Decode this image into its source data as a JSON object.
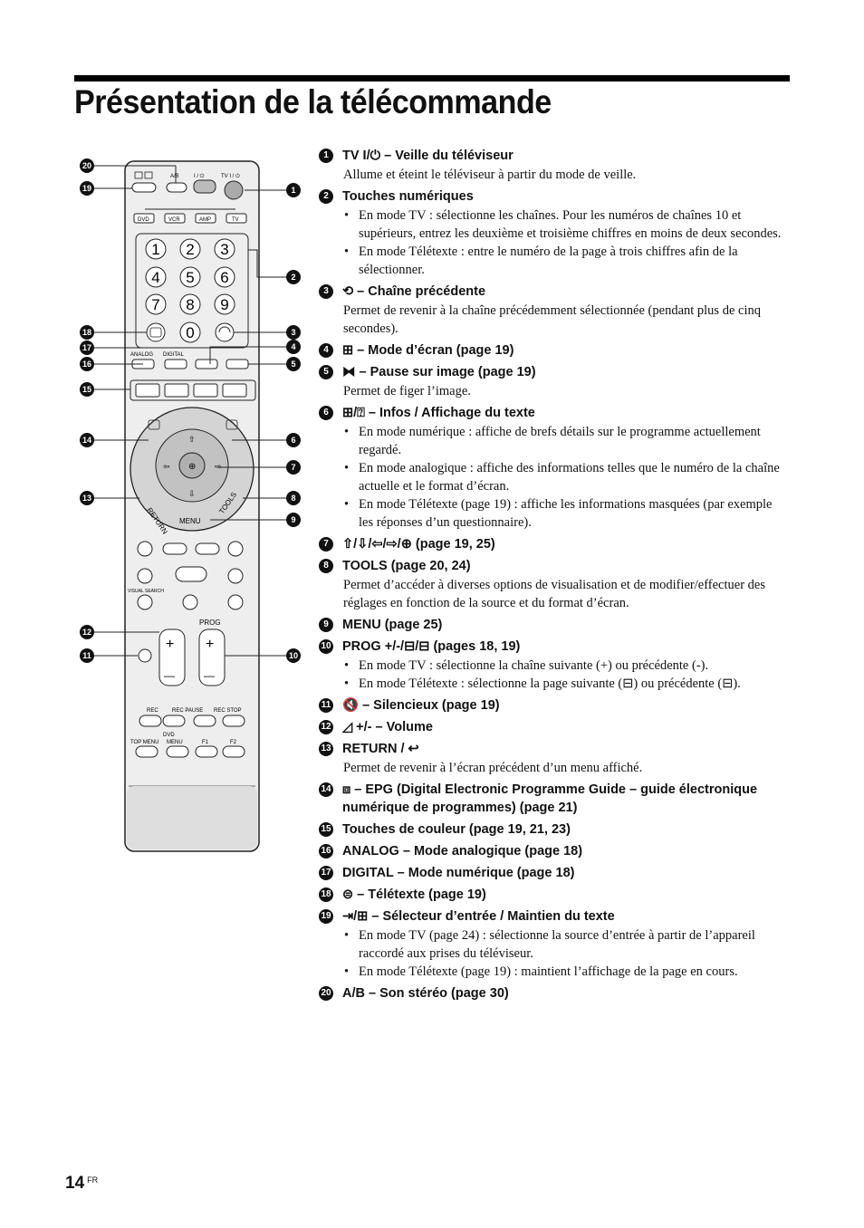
{
  "page_title": "Présentation de la télécommande",
  "remote": {
    "top_buttons": {
      "ab": "A/B",
      "power1": "I / ⏻",
      "tv_power": "TV I / ⏻"
    },
    "modes": [
      "DVD",
      "VCR",
      "AMP",
      "TV"
    ],
    "digits": [
      "1",
      "2",
      "3",
      "4",
      "5",
      "6",
      "7",
      "8",
      "9",
      "0"
    ],
    "analog": "ANALOG",
    "digital": "DIGITAL",
    "return_label": "RETURN",
    "tools_label": "TOOLS",
    "menu_label": "MENU",
    "visual_search": "VISUAL SEARCH",
    "prog_label": "PROG",
    "plus": "+",
    "minus": "—",
    "rec": "REC",
    "rec_pause": "REC  PAUSE",
    "rec_stop": "REC STOP",
    "dvd": "DVD",
    "top_menu": "TOP MENU",
    "menu2": "MENU",
    "f1": "F1",
    "f2": "F2",
    "callouts": [
      "1",
      "2",
      "3",
      "4",
      "5",
      "6",
      "7",
      "8",
      "9",
      "10",
      "11",
      "12",
      "13",
      "14",
      "15",
      "16",
      "17",
      "18",
      "19",
      "20"
    ]
  },
  "items": [
    {
      "n": "1",
      "head": "TV I/⏻ – Veille du téléviseur",
      "desc": "Allume et éteint le téléviseur à partir du mode de veille."
    },
    {
      "n": "2",
      "head": "Touches numériques",
      "bullets": [
        "En mode TV : sélectionne les chaînes. Pour les numéros de chaînes 10 et supérieurs, entrez les deuxième et troisième chiffres en moins de deux secondes.",
        "En mode Télétexte : entre le numéro de la page à trois chiffres afin de la sélectionner."
      ]
    },
    {
      "n": "3",
      "head": "⟲ – Chaîne précédente",
      "desc": "Permet de revenir à la chaîne précédemment sélectionnée (pendant plus de cinq secondes)."
    },
    {
      "n": "4",
      "head": "⊞ – Mode d’écran (page 19)"
    },
    {
      "n": "5",
      "head": "⧓ – Pause sur image (page 19)",
      "desc": "Permet de figer l’image."
    },
    {
      "n": "6",
      "head": "⊞/⍰ – Infos / Affichage du texte",
      "bullets": [
        "En mode numérique : affiche de brefs détails sur le programme actuellement regardé.",
        "En mode analogique : affiche des informations telles que le numéro de la chaîne actuelle et le format d’écran.",
        "En mode Télétexte (page 19) : affiche les informations masquées (par exemple les réponses d’un questionnaire)."
      ]
    },
    {
      "n": "7",
      "head": "⇧/⇩/⇦/⇨/⊕ (page 19, 25)"
    },
    {
      "n": "8",
      "head": "TOOLS (page 20, 24)",
      "desc": "Permet d’accéder à diverses options de visualisation et de modifier/effectuer des réglages en fonction de la source et du format d’écran."
    },
    {
      "n": "9",
      "head": "MENU (page 25)"
    },
    {
      "n": "10",
      "head": "PROG +/-/⊟/⊟ (pages 18, 19)",
      "bullets": [
        "En mode TV : sélectionne la chaîne suivante (+) ou précédente (-).",
        "En mode Télétexte : sélectionne la page suivante (⊟) ou précédente (⊟)."
      ]
    },
    {
      "n": "11",
      "head": "🔇 – Silencieux (page 19)"
    },
    {
      "n": "12",
      "head": "◿ +/- – Volume"
    },
    {
      "n": "13",
      "head": "RETURN / ↩",
      "desc": "Permet de revenir à l’écran précédent d’un menu affiché."
    },
    {
      "n": "14",
      "head": "⧈ – EPG (Digital Electronic Programme Guide – guide électronique numérique de programmes) (page 21)"
    },
    {
      "n": "15",
      "head": "Touches de couleur (page 19, 21, 23)"
    },
    {
      "n": "16",
      "head": "ANALOG – Mode analogique (page 18)"
    },
    {
      "n": "17",
      "head": "DIGITAL – Mode numérique (page 18)"
    },
    {
      "n": "18",
      "head": "⊜ – Télétexte (page 19)"
    },
    {
      "n": "19",
      "head": "⇥/⊞ – Sélecteur d’entrée / Maintien du texte",
      "bullets": [
        "En mode TV (page 24) : sélectionne la source d’entrée à partir de l’appareil raccordé aux prises du téléviseur.",
        "En mode Télétexte (page 19) : maintient l’affichage de la page en cours."
      ]
    },
    {
      "n": "20",
      "head": "A/B – Son stéréo (page 30)"
    }
  ],
  "footer": {
    "page_number": "14",
    "lang": "FR"
  }
}
